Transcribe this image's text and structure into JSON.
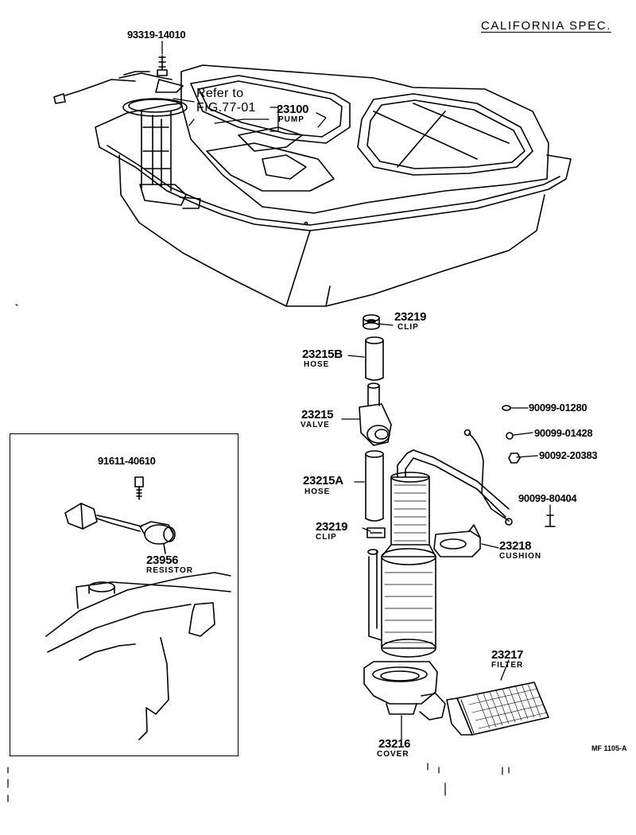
{
  "header": {
    "spec": "CALIFORNIA SPEC."
  },
  "reference": {
    "line1": "Refer to",
    "line2": "FIG.77-01"
  },
  "parts": {
    "bolt_93319": {
      "number": "93319-14010"
    },
    "pump": {
      "number": "23100",
      "name": "PUMP"
    },
    "clip_top": {
      "number": "23219",
      "name": "CLIP"
    },
    "hose_b": {
      "number": "23215B",
      "name": "HOSE"
    },
    "valve": {
      "number": "23215",
      "name": "VALVE"
    },
    "hose_a": {
      "number": "23215A",
      "name": "HOSE"
    },
    "clip_low": {
      "number": "23219",
      "name": "CLIP"
    },
    "nut_01280": {
      "number": "90099-01280"
    },
    "nut_01428": {
      "number": "90099-01428"
    },
    "nut_20383": {
      "number": "90092-20383"
    },
    "screw_80404": {
      "number": "90099-80404"
    },
    "cushion": {
      "number": "23218",
      "name": "CUSHION"
    },
    "filter": {
      "number": "23217",
      "name": "FILTER"
    },
    "cover": {
      "number": "23216",
      "name": "COVER"
    },
    "bolt_91611": {
      "number": "91611-40610"
    },
    "resistor": {
      "number": "23956",
      "name": "RESISTOR"
    }
  },
  "footer": {
    "code": "MF 1105-A"
  }
}
